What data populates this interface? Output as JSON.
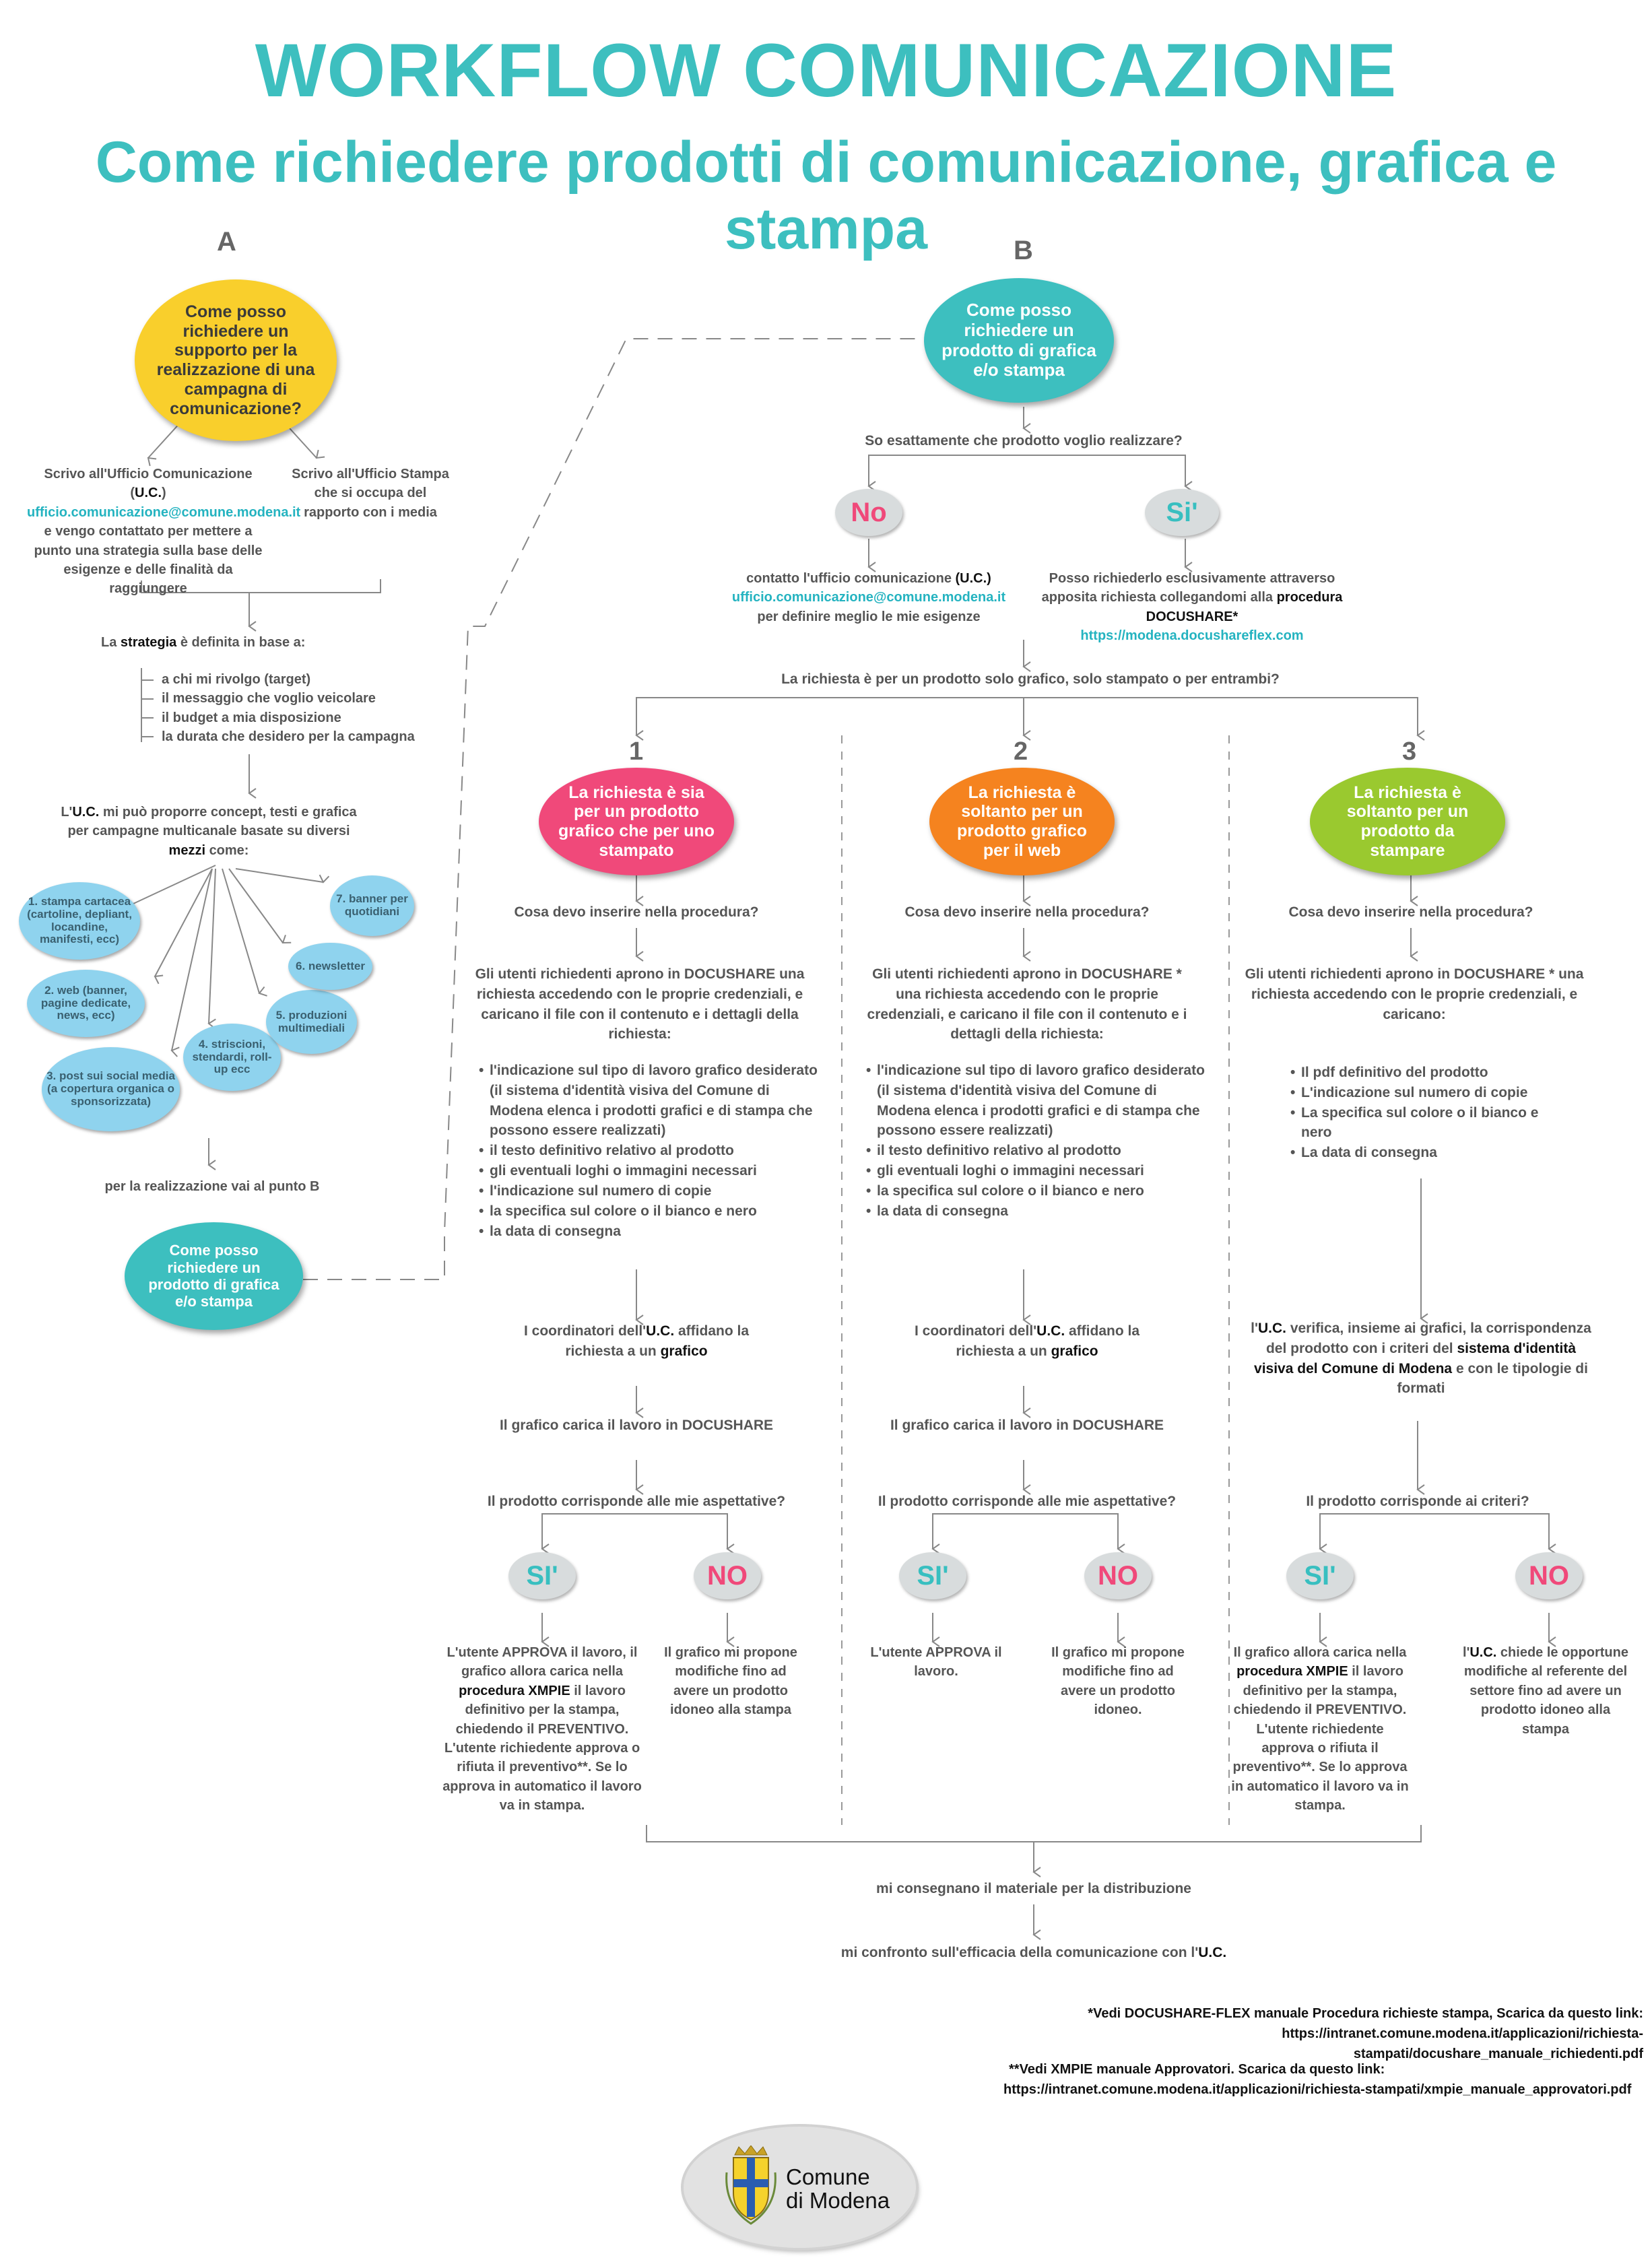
{
  "title": "WORKFLOW COMUNICAZIONE",
  "subtitle": "Come richiedere prodotti di comunicazione, grafica e stampa",
  "sectionA": {
    "letter": "A",
    "question": "Come posso richiedere un supporto per la realizzazione di una campagna di comunicazione?",
    "uc_text_1": "Scrivo all'Ufficio Comunicazione (",
    "uc_abbr": "U.C.",
    "uc_text_2": ")",
    "uc_email": "ufficio.comunicazione@comune.modena.it",
    "uc_text_3": "e vengo contattato per mettere a punto una strategia sulla base delle esigenze e delle finalità da raggiungere",
    "stampa_text": "Scrivo all'Ufficio Stampa che si occupa del rapporto con i media",
    "strategy_pre": "La",
    "strategy_word": "strategia",
    "strategy_post": "è definita in base a:",
    "strategy_items": [
      "a chi mi rivolgo (target)",
      "il messaggio che voglio veicolare",
      "il budget a mia disposizione",
      "la durata che desidero per la campagna"
    ],
    "uc_prop_pre": "L'",
    "uc_prop_abbr": "U.C.",
    "uc_prop_1": "mi può proporre concept, testi e grafica per campagne multicanale basate su diversi",
    "uc_prop_word": "mezzi",
    "uc_prop_2": "come:",
    "mezzi": [
      "1. stampa cartacea (cartoline, depliant, locandine, manifesti, ecc)",
      "2. web (banner, pagine dedicate, news, ecc)",
      "3. post sui social media (a copertura organica o sponsorizzata)",
      "4. striscioni, stendardi, roll-up ecc",
      "5. produzioni multimediali",
      "6. newsletter",
      "7. banner per quotidiani"
    ],
    "goto_b": "per la realizzazione vai al punto B",
    "question_b": "Come posso richiedere un prodotto di grafica e/o stampa"
  },
  "sectionB": {
    "letter": "B",
    "question": "Come posso richiedere un prodotto di grafica e/o stampa",
    "q_know": "So esattamente che prodotto voglio realizzare?",
    "no_label": "No",
    "si_label": "Si'",
    "no_text_1": "contatto l'ufficio comunicazione",
    "no_abbr": "(U.C.)",
    "no_email": "ufficio.comunicazione@comune.modena.it",
    "no_text_2": "per definire meglio le mie esigenze",
    "si_text_1": "Posso richiederlo esclusivamente attraverso apposita richiesta collegandomi alla",
    "si_bold": "procedura DOCUSHARE*",
    "si_link": "https://modena.docushareflex.com",
    "q_type": "La richiesta è per un prodotto solo grafico, solo stampato o per entrambi?"
  },
  "col1": {
    "num": "1",
    "bubble": "La richiesta è sia per un prodotto grafico che per uno stampato",
    "q_insert": "Cosa devo inserire nella procedura?",
    "intro": "Gli utenti richiedenti aprono in DOCUSHARE una richiesta accedendo con le proprie credenziali, e caricano il file con il contenuto e i dettagli della richiesta:",
    "items": [
      "l'indicazione sul tipo di lavoro grafico desiderato (il sistema d'identità visiva del Comune di Modena elenca i prodotti grafici e di stampa che possono essere realizzati)",
      "il testo definitivo relativo al prodotto",
      "gli eventuali loghi o immagini necessari",
      "l'indicazione sul numero di copie",
      "la specifica sul colore o il bianco e nero",
      "la data di consegna"
    ],
    "coord_1": "I coordinatori dell'",
    "coord_abbr": "U.C.",
    "coord_2": "affidano la richiesta a un",
    "coord_word": "grafico",
    "upload": "Il grafico carica il lavoro in DOCUSHARE",
    "q_expect": "Il prodotto corrisponde alle mie aspettative?",
    "si_label": "SI'",
    "no_label": "NO",
    "si_text_1": "L'utente APPROVA il lavoro, il grafico allora carica nella",
    "si_bold": "procedura XMPIE",
    "si_text_2": "il lavoro definitivo per la stampa, chiedendo il PREVENTIVO. L'utente richiedente approva o rifiuta il preventivo**. Se lo approva in automatico il lavoro va in stampa.",
    "no_text": "Il grafico mi propone modifiche fino ad avere un prodotto idoneo alla stampa"
  },
  "col2": {
    "num": "2",
    "bubble": "La richiesta è soltanto per un prodotto grafico per il web",
    "q_insert": "Cosa devo inserire nella procedura?",
    "intro": "Gli utenti richiedenti aprono in DOCUSHARE * una richiesta accedendo con le proprie credenziali, e caricano il file con il contenuto e i dettagli della richiesta:",
    "items": [
      "l'indicazione sul tipo di lavoro grafico desiderato (il sistema d'identità visiva del Comune di Modena elenca i prodotti grafici e di stampa che possono essere realizzati)",
      "il testo definitivo relativo al prodotto",
      "gli eventuali loghi o immagini necessari",
      "la specifica sul colore o il bianco e nero",
      "la data di consegna"
    ],
    "coord_1": "I coordinatori dell'",
    "coord_abbr": "U.C.",
    "coord_2": "affidano la richiesta a un",
    "coord_word": "grafico",
    "upload": "Il grafico carica il lavoro in DOCUSHARE",
    "q_expect": "Il prodotto corrisponde alle mie aspettative?",
    "si_label": "SI'",
    "no_label": "NO",
    "si_text": "L'utente APPROVA il lavoro.",
    "no_text": "Il grafico mi propone modifiche fino ad avere un prodotto idoneo."
  },
  "col3": {
    "num": "3",
    "bubble": "La richiesta è soltanto per un prodotto da stampare",
    "q_insert": "Cosa devo inserire nella procedura?",
    "intro": "Gli utenti richiedenti aprono in DOCUSHARE * una richiesta accedendo con le proprie credenziali, e caricano:",
    "items": [
      "Il pdf definitivo del prodotto",
      "L'indicazione sul numero di copie",
      "La specifica sul colore o il bianco e nero",
      "La data di consegna"
    ],
    "verify_pre": "l'",
    "verify_abbr": "U.C.",
    "verify_1": "verifica, insieme ai grafici, la corrispondenza del prodotto con i criteri del",
    "verify_bold": "sistema d'identità visiva del Comune di Modena",
    "verify_2": "e con le tipologie di formati",
    "q_criteria": "Il prodotto corrisponde ai criteri?",
    "si_label": "SI'",
    "no_label": "NO",
    "si_text_1": "Il grafico allora carica nella",
    "si_bold": "procedura XMPIE",
    "si_text_2": "il lavoro definitivo per la stampa, chiedendo il PREVENTIVO. L'utente richiedente approva o rifiuta il preventivo**. Se lo approva in automatico il lavoro va in stampa.",
    "no_pre": "l'",
    "no_abbr": "U.C.",
    "no_text": "chiede le opportune modifiche al referente del settore fino ad avere un prodotto idoneo alla stampa"
  },
  "final": {
    "deliver": "mi consegnano il materiale per la distribuzione",
    "compare_1": "mi confronto sull'efficacia della comunicazione con l'",
    "compare_abbr": "U.C."
  },
  "footnotes": {
    "note1_a": "*Vedi DOCUSHARE-FLEX manuale Procedura richieste stampa, Scarica da questo link:",
    "note1_b": "https://intranet.comune.modena.it/applicazioni/richiesta-stampati/docushare_manuale_richiedenti.pdf",
    "note2_a": "**Vedi XMPIE manuale Approvatori. Scarica da questo link:",
    "note2_b": "https://intranet.comune.modena.it/applicazioni/richiesta-stampati/xmpie_manuale_approvatori.pdf"
  },
  "logo": {
    "line1": "Comune",
    "line2": "di Modena"
  },
  "colors": {
    "teal": "#3dbfbf",
    "yellow": "#f9cf2c",
    "pink": "#f0497a",
    "orange": "#f5831f",
    "green": "#9ac92f",
    "lightblue": "#8fd3ee"
  }
}
